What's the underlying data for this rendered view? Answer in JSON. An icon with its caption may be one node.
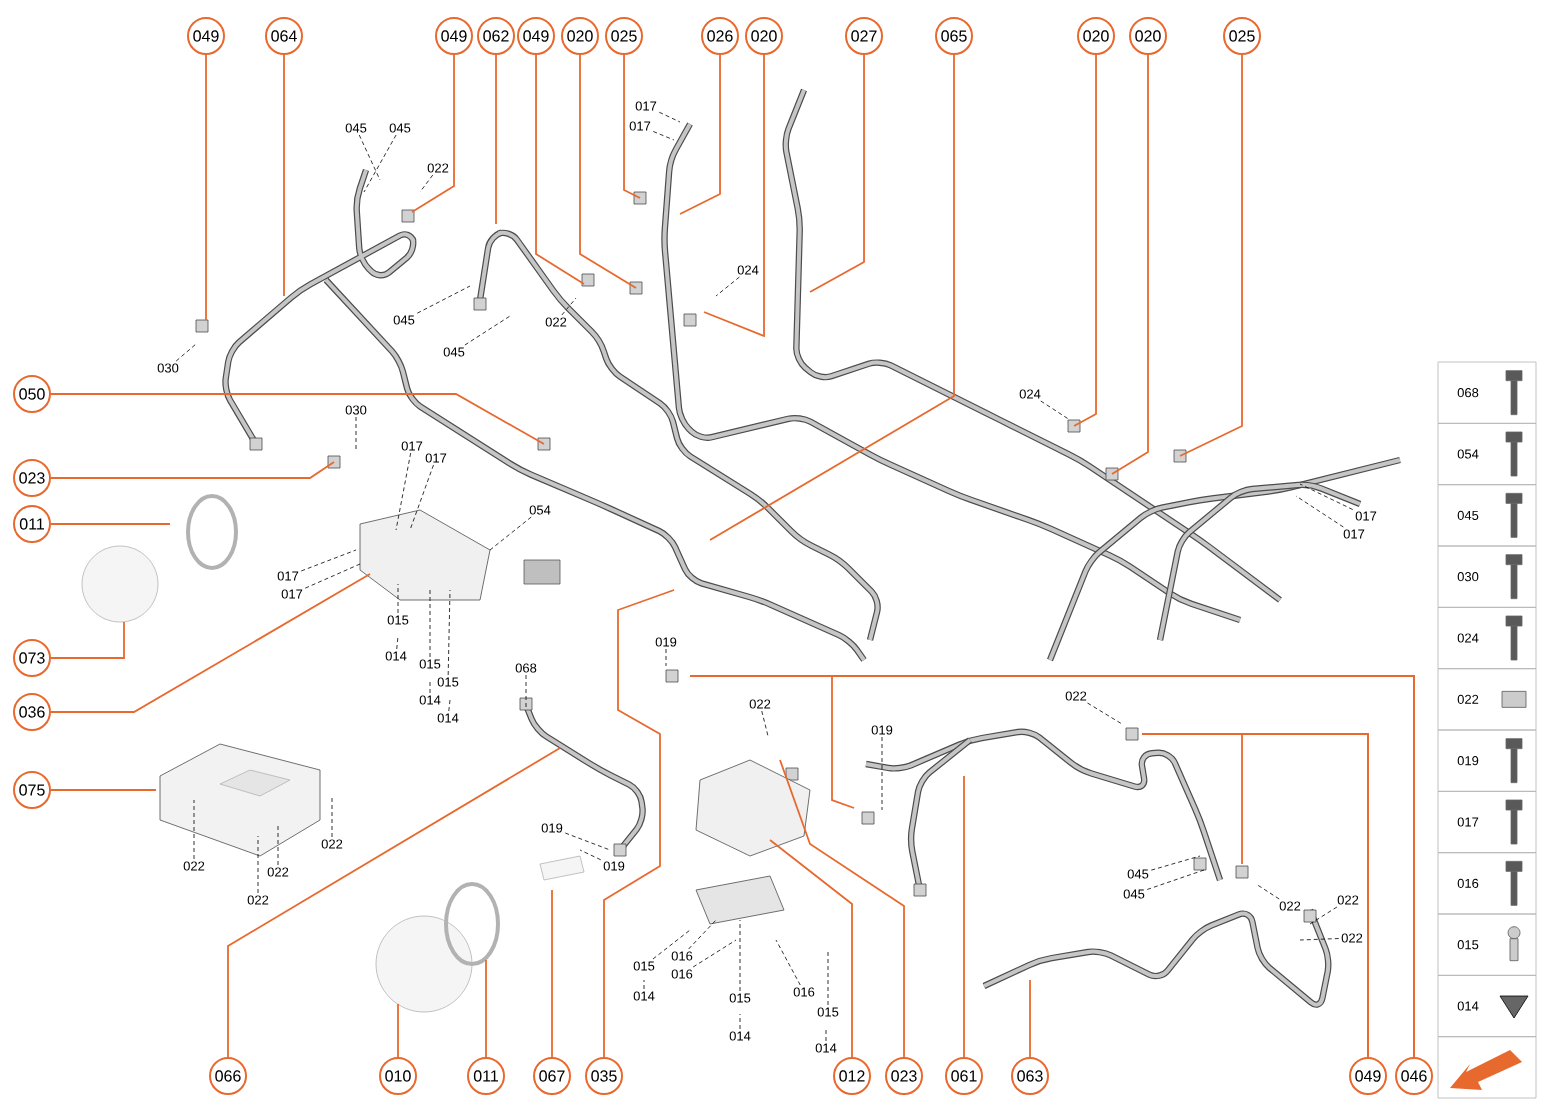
{
  "diagram": {
    "nodes": [
      {
        "text": [
          "049"
        ]
      },
      {
        "text": [
          "064"
        ]
      },
      {
        "text": [
          "049"
        ]
      },
      {
        "text": [
          "062"
        ]
      },
      {
        "text": [
          "049"
        ]
      },
      {
        "text": [
          "020"
        ]
      },
      {
        "text": [
          "025"
        ]
      },
      {
        "text": [
          "026"
        ]
      },
      {
        "text": [
          "020"
        ]
      },
      {
        "text": [
          "027"
        ]
      },
      {
        "text": [
          "065"
        ]
      },
      {
        "text": [
          "020"
        ]
      },
      {
        "text": [
          "020"
        ]
      },
      {
        "text": [
          "025"
        ]
      },
      {
        "text": [
          "050"
        ]
      },
      {
        "text": [
          "023"
        ]
      },
      {
        "text": [
          "011"
        ]
      },
      {
        "text": [
          "073"
        ]
      },
      {
        "text": [
          "036"
        ]
      },
      {
        "text": [
          "075"
        ]
      },
      {
        "text": [
          "066"
        ]
      },
      {
        "text": [
          "010"
        ]
      },
      {
        "text": [
          "011"
        ]
      },
      {
        "text": [
          "067"
        ]
      },
      {
        "text": [
          "035"
        ]
      },
      {
        "text": [
          "012"
        ]
      },
      {
        "text": [
          "023"
        ]
      },
      {
        "text": [
          "061"
        ]
      },
      {
        "text": [
          "063"
        ]
      },
      {
        "text": [
          "049"
        ]
      },
      {
        "text": [
          "046"
        ]
      }
    ],
    "edges": [
      {
        "from": 0,
        "to": null,
        "arrow": "none"
      },
      {
        "from": 1,
        "to": null,
        "arrow": "none"
      },
      {
        "from": 2,
        "to": null,
        "arrow": "none"
      },
      {
        "from": 3,
        "to": null,
        "arrow": "none"
      },
      {
        "from": 4,
        "to": null,
        "arrow": "none"
      },
      {
        "from": 5,
        "to": null,
        "arrow": "none"
      },
      {
        "from": 6,
        "to": null,
        "arrow": "none"
      },
      {
        "from": 7,
        "to": null,
        "arrow": "none"
      },
      {
        "from": 8,
        "to": null,
        "arrow": "none"
      },
      {
        "from": 9,
        "to": null,
        "arrow": "none"
      },
      {
        "from": 10,
        "to": null,
        "arrow": "none"
      },
      {
        "from": 11,
        "to": null,
        "arrow": "none"
      },
      {
        "from": 12,
        "to": null,
        "arrow": "none"
      },
      {
        "from": 13,
        "to": null,
        "arrow": "none"
      },
      {
        "from": 14,
        "to": null,
        "arrow": "none"
      },
      {
        "from": 15,
        "to": null,
        "arrow": "none"
      },
      {
        "from": 16,
        "to": null,
        "arrow": "none"
      },
      {
        "from": 17,
        "to": null,
        "arrow": "none"
      },
      {
        "from": 18,
        "to": null,
        "arrow": "none"
      },
      {
        "from": 19,
        "to": null,
        "arrow": "none"
      },
      {
        "from": 20,
        "to": null,
        "arrow": "none"
      },
      {
        "from": 21,
        "to": null,
        "arrow": "none"
      },
      {
        "from": 22,
        "to": null,
        "arrow": "none"
      },
      {
        "from": 23,
        "to": null,
        "arrow": "none"
      },
      {
        "from": 24,
        "to": null,
        "arrow": "none"
      },
      {
        "from": 25,
        "to": null,
        "arrow": "none"
      },
      {
        "from": 26,
        "to": null,
        "arrow": "none"
      },
      {
        "from": 27,
        "to": null,
        "arrow": "none"
      },
      {
        "from": 28,
        "to": null,
        "arrow": "none"
      },
      {
        "from": 29,
        "to": null,
        "arrow": "none"
      },
      {
        "from": 29,
        "to": null,
        "arrow": "none"
      },
      {
        "from": 30,
        "to": null,
        "arrow": "none"
      },
      {
        "from": 30,
        "to": null,
        "arrow": "none"
      }
    ],
    "labels": [
      "045",
      "045",
      "022",
      "030",
      "045",
      "045",
      "022",
      "017",
      "017",
      "024",
      "030",
      "017",
      "017",
      "054",
      "024",
      "017",
      "017",
      "017",
      "017",
      "015",
      "014",
      "015",
      "015",
      "014",
      "014",
      "068",
      "019",
      "022",
      "022",
      "022",
      "022",
      "019",
      "019",
      "022",
      "019",
      "015",
      "014",
      "016",
      "016",
      "015",
      "014",
      "016",
      "015",
      "014",
      "022",
      "045",
      "045",
      "022",
      "022",
      "022",
      "068",
      "054",
      "045",
      "030",
      "024",
      "022",
      "019",
      "017",
      "016",
      "015",
      "014"
    ]
  }
}
